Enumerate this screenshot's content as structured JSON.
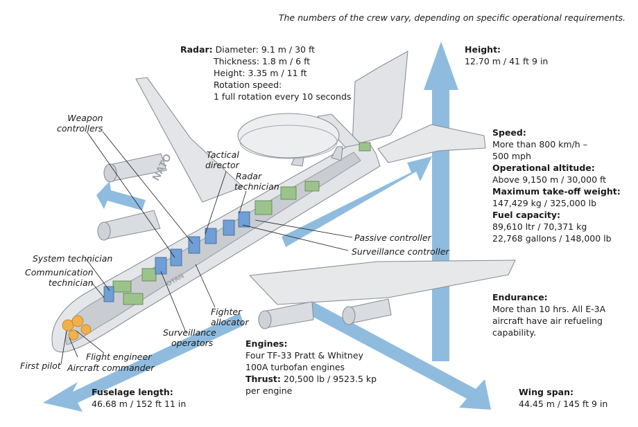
{
  "note": "The numbers of the crew vary, depending on specific operational requirements.",
  "radar": {
    "heading": "Radar:",
    "diameter": "Diameter: 9.1 m / 30 ft",
    "thickness": "Thickness: 1.8 m / 6 ft",
    "height": "Height: 3.35 m / 11 ft",
    "rotation_label": "Rotation speed:",
    "rotation_value": "1 full rotation every 10 seconds"
  },
  "height": {
    "heading": "Height:",
    "value": "12.70 m / 41 ft 9 in"
  },
  "speed": {
    "heading": "Speed:",
    "line1": "More than 800 km/h –",
    "line2": "500 mph"
  },
  "altitude": {
    "heading": "Operational altitude:",
    "value": "Above 9,150 m / 30,000 ft"
  },
  "takeoff": {
    "heading": "Maximum take-off weight:",
    "value": "147,429 kg / 325,000 lb"
  },
  "fuel": {
    "heading": "Fuel capacity:",
    "line1": "89,610 ltr / 70,371 kg",
    "line2": "22,768 gallons / 148,000 lb"
  },
  "endurance": {
    "heading": "Endurance:",
    "line1": "More than 10 hrs. All E-3A",
    "line2": "aircraft have air refueling",
    "line3": "capability."
  },
  "engines": {
    "heading": "Engines:",
    "line1": "Four TF-33 Pratt & Whitney",
    "line2": "100A turbofan engines",
    "thrust_heading": "Thrust:",
    "thrust_value": " 20,500 lb / 9523.5 kp",
    "thrust_line2": "per engine"
  },
  "fuselage": {
    "heading": "Fuselage length:",
    "value": "46.68 m / 152 ft 11 in"
  },
  "wingspan": {
    "heading": "Wing span:",
    "value": "44.45 m / 145 ft 9 in"
  },
  "crew": {
    "weapon_controllers": [
      "Weapon",
      "controllers"
    ],
    "tactical_director": [
      "Tactical",
      "director"
    ],
    "radar_technician": [
      "Radar",
      "technician"
    ],
    "passive_controller": "Passive controller",
    "surveillance_controller": "Surveillance controller",
    "system_technician": "System technician",
    "communication_technician": [
      "Communication",
      "technician"
    ],
    "fighter_allocator": [
      "Fighter",
      "allocator"
    ],
    "surveillance_operators": [
      "Surveillance",
      "operators"
    ],
    "flight_engineer": "Flight engineer",
    "aircraft_commander": "Aircraft commander",
    "first_pilot": "First pilot"
  },
  "markings": {
    "nato": "NATO",
    "otan": "OTAN"
  },
  "colors": {
    "arrow": "#8fbcde",
    "aircraft": "#e4e6e8",
    "outline": "#8a8f96",
    "equipment_green": "#9cc48a",
    "console_blue": "#6f9fd6",
    "cockpit_orange": "#f2b04a"
  }
}
